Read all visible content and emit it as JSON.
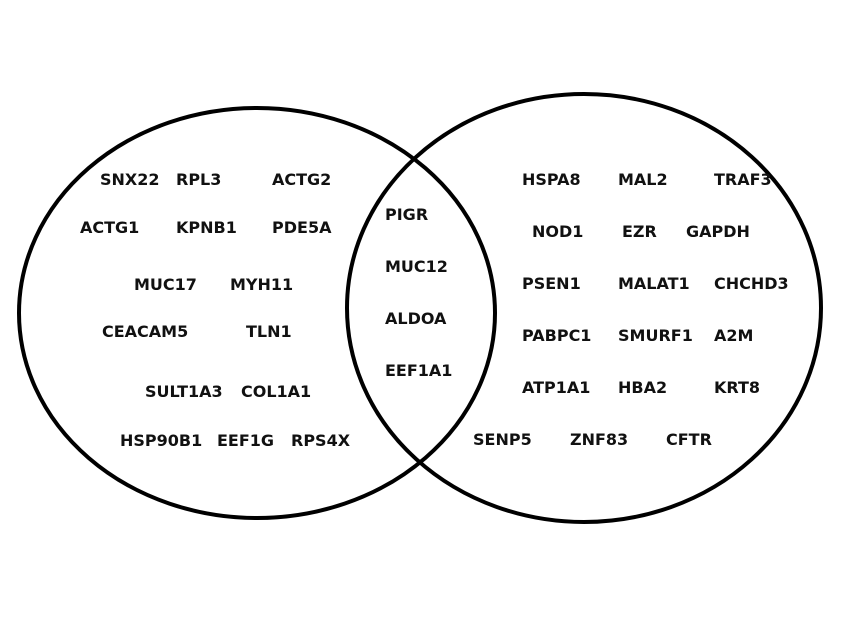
{
  "diagram": {
    "type": "venn",
    "circle_color": "#000000",
    "left_only": [
      "SNX22",
      "RPL3",
      "ACTG2",
      "ACTG1",
      "KPNB1",
      "PDE5A",
      "MUC17",
      "MYH11",
      "CEACAM5",
      "TLN1",
      "SULT1A3",
      "COL1A1",
      "HSP90B1",
      "EEF1G",
      "RPS4X"
    ],
    "intersection": [
      "PIGR",
      "MUC12",
      "ALDOA",
      "EEF1A1"
    ],
    "right_only": [
      "HSPA8",
      "MAL2",
      "TRAF3",
      "NOD1",
      "EZR",
      "GAPDH",
      "PSEN1",
      "MALAT1",
      "CHCHD3",
      "PABPC1",
      "SMURF1",
      "A2M",
      "ATP1A1",
      "HBA2",
      "KRT8",
      "SENP5",
      "ZNF83",
      "CFTR"
    ]
  }
}
